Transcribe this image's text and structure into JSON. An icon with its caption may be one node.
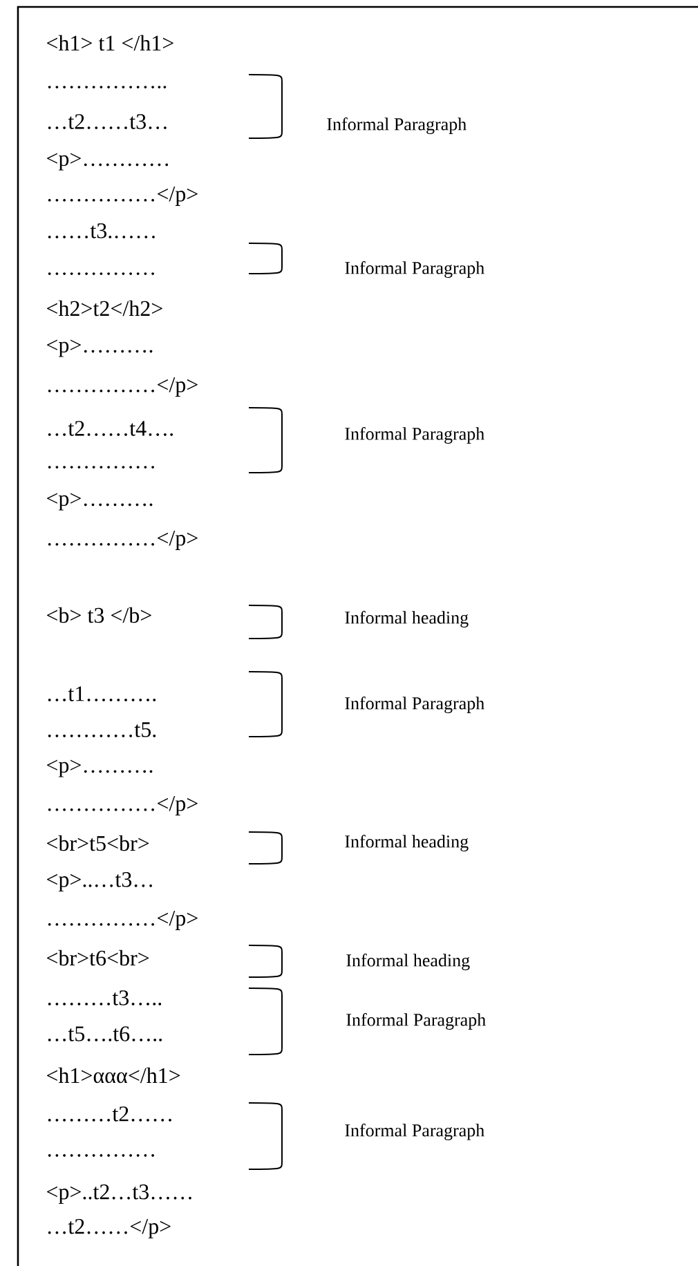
{
  "diagram": {
    "labels": [
      "<h1> t1 </h1>",
      "……………..",
      "…t2……t3…",
      "Informal Paragraph",
      "<p>…………",
      "……………</p>",
      "……t3.……",
      "……………",
      "Informal Paragraph",
      "<h2>t2</h2>",
      "<p>……….",
      "……………</p>",
      "…t2……t4….",
      "Informal Paragraph",
      "……………",
      "<p>……….",
      "……………</p>",
      "<b> t3 </b>",
      "Informal heading",
      "…t1……….",
      "Informal Paragraph",
      "…………t5.",
      "<p>……….",
      "……………</p>",
      "<br>t5<br>",
      "Informal heading",
      "<p>..…t3…",
      "……………</p>",
      "<br>t6<br>",
      "Informal heading",
      "………t3…..",
      "Informal Paragraph",
      "…t5….t6…..",
      "<h1>ααα</h1>",
      "………t2……",
      "Informal Paragraph",
      "……………",
      "<p>..t2…t3……",
      "…t2……</p>"
    ]
  }
}
